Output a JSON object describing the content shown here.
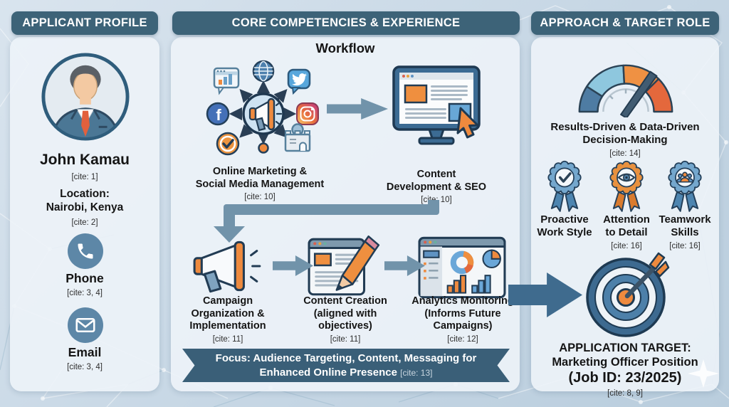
{
  "left_panel": {
    "header": "APPLICANT PROFILE",
    "name": "John Kamau",
    "name_cite": "[cite: 1]",
    "location_label": "Location:",
    "location_value": "Nairobi, Kenya",
    "location_cite": "[cite: 2]",
    "contacts": [
      {
        "icon": "phone-icon",
        "label": "Phone",
        "cite": "[cite: 3, 4]"
      },
      {
        "icon": "email-icon",
        "label": "Email",
        "cite": "[cite: 3, 4]"
      }
    ]
  },
  "middle_panel": {
    "header": "CORE COMPETENCIES & EXPERIENCE",
    "subtitle": "Workflow",
    "hub": {
      "facebook_glyph": "f"
    },
    "steps": [
      {
        "icon": "social-hub-icon",
        "label": "Online Marketing &\nSocial Media Management",
        "cite": "[cite: 10]"
      },
      {
        "icon": "monitor-cursor-icon",
        "label": "Content\nDevelopment & SEO",
        "cite": "[cite: 10]"
      },
      {
        "icon": "megaphone-icon",
        "label": "Campaign\nOrganization &\nImplementation",
        "cite": "[cite: 11]"
      },
      {
        "icon": "document-pencil-icon",
        "label": "Content Creation\n(aligned with\nobjectives)",
        "cite": "[cite: 11]"
      },
      {
        "icon": "analytics-dashboard-icon",
        "label": "Analytics Monitoring\n(Informs Future\nCampaigns)",
        "cite": "[cite: 12]"
      }
    ],
    "banner": {
      "text": "Focus: Audience Targeting, Content, Messaging for\nEnhanced Online Presence",
      "cite": "[cite: 13]"
    }
  },
  "right_panel": {
    "header": "APPROACH & TARGET ROLE",
    "approach": {
      "icon": "gauge-icon",
      "label": "Results-Driven & Data-Driven\nDecision-Making",
      "cite": "[cite: 14]"
    },
    "badges": [
      {
        "icon": "check-badge-icon",
        "label": "Proactive\nWork Style",
        "cite": ""
      },
      {
        "icon": "eye-badge-icon",
        "label": "Attention\nto Detail",
        "cite": "[cite: 16]"
      },
      {
        "icon": "team-badge-icon",
        "label": "Teamwork\nSkills",
        "cite": "[cite: 16]"
      }
    ],
    "target": {
      "icon": "target-dart-icon",
      "line1": "APPLICATION TARGET:",
      "line2": "Marketing Officer Position",
      "line3": "(Job ID: 23/2025)",
      "cite": "[cite: 8, 9]"
    }
  },
  "colors": {
    "background": "#c9d8e6",
    "panel_bg": "#edf2f8",
    "header_bg": "#3d6378",
    "header_text": "#ffffff",
    "ribbon_bg": "#3a5f78",
    "arrow_steel": "#7193aa",
    "arrow_dark": "#3f6b8e",
    "accent_orange": "#ee8a3e",
    "outline_dark": "#223c54",
    "text_dark": "#151515"
  }
}
